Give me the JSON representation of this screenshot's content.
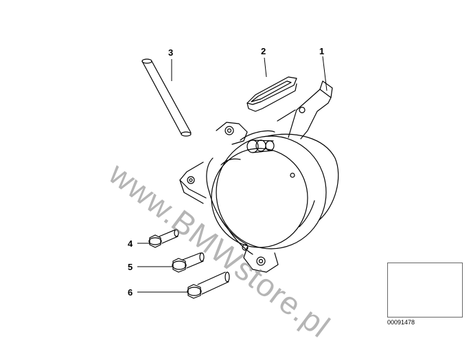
{
  "callouts": {
    "c1": "1",
    "c2": "2",
    "c3": "3",
    "c4": "4",
    "c5": "5",
    "c6": "6"
  },
  "watermark": "www.BMWstore.pl",
  "reference_id": "00091478",
  "colors": {
    "line": "#000000",
    "watermark": "#787878"
  },
  "icons": {
    "thumbnail": "car-location-thumbnail"
  }
}
